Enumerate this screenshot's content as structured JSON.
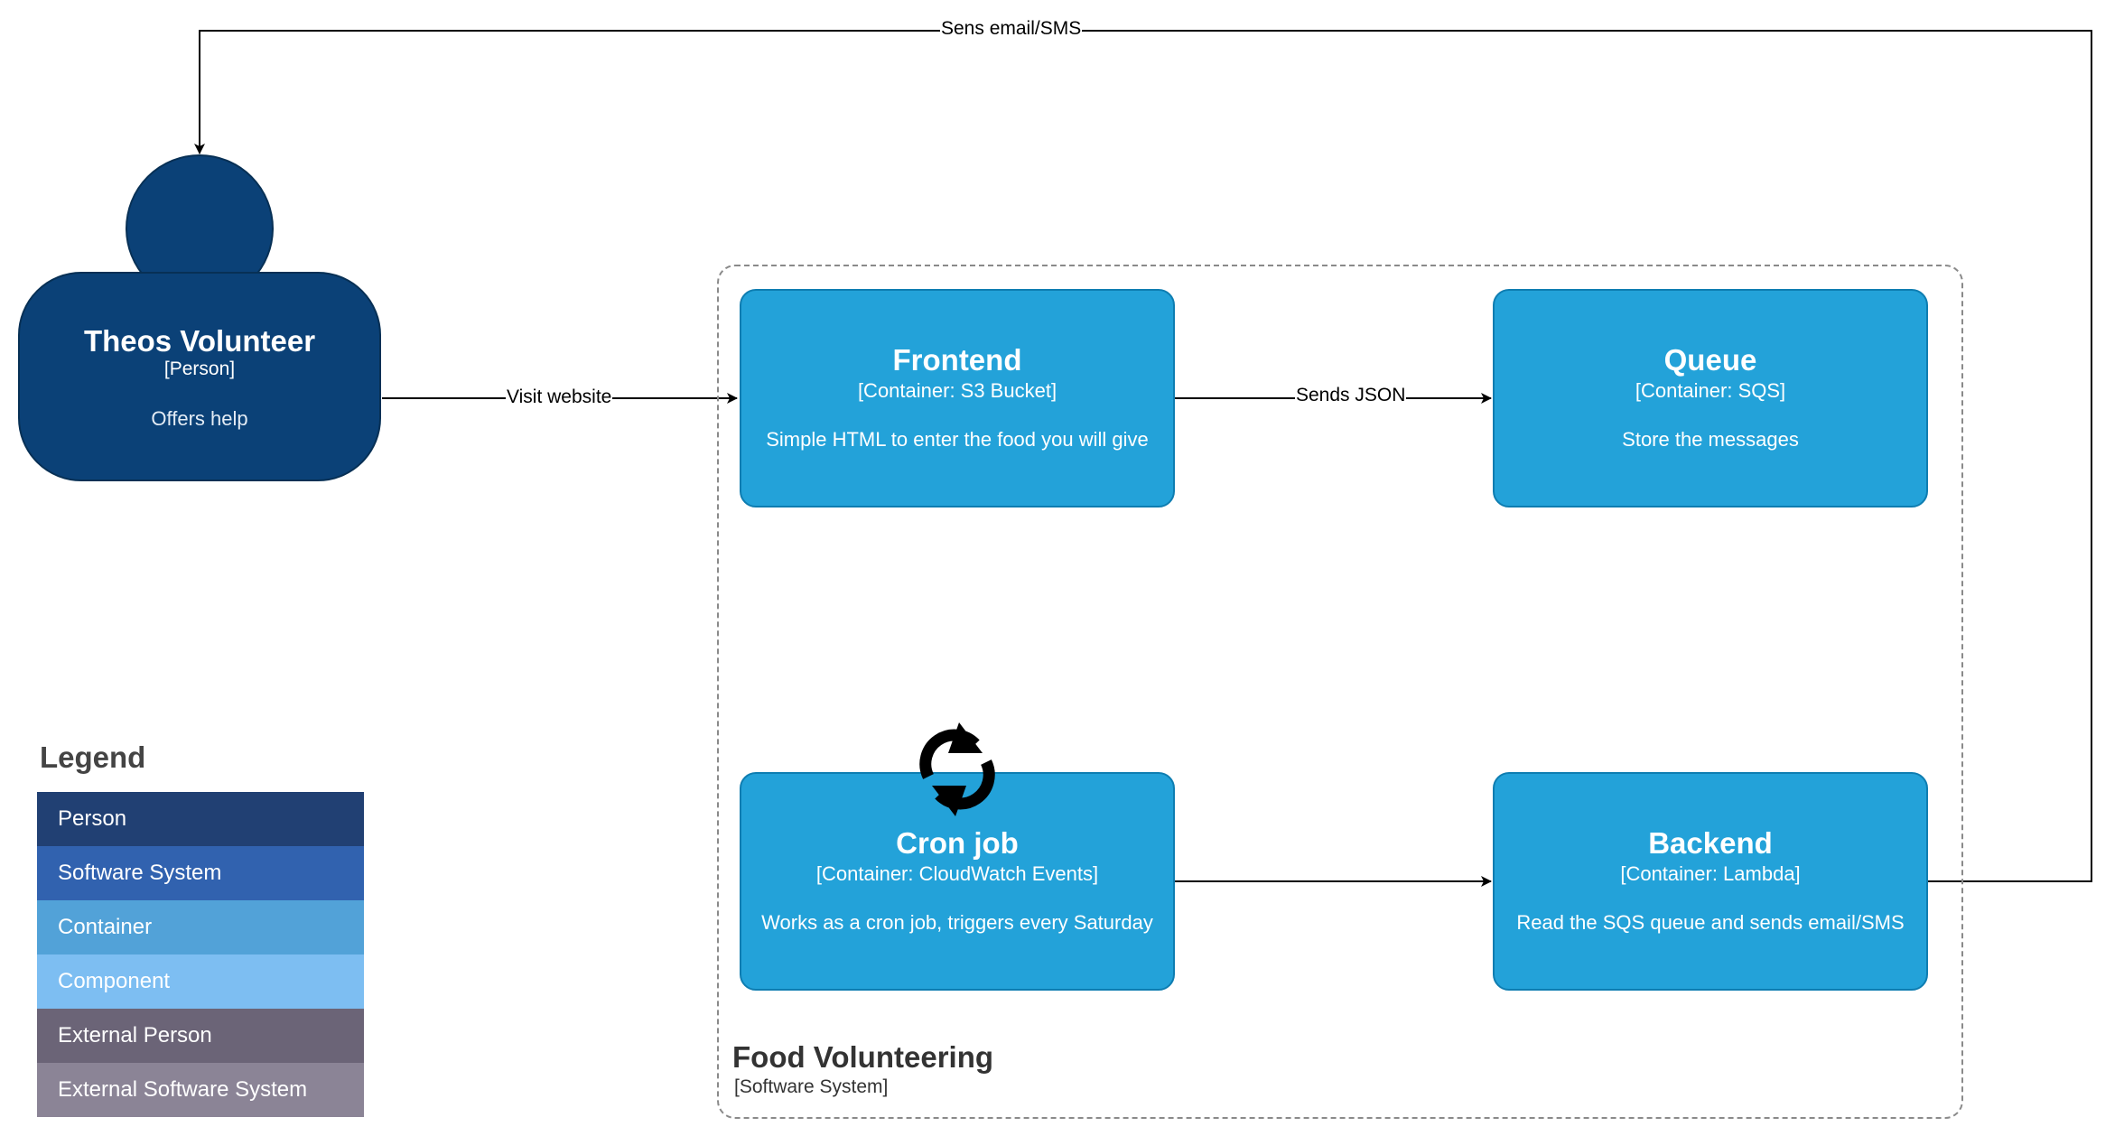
{
  "person": {
    "name": "Theos Volunteer",
    "type": "[Person]",
    "description": "Offers help",
    "color": "#0b4177"
  },
  "system": {
    "name": "Food Volunteering",
    "type": "[Software System]"
  },
  "containers": [
    {
      "name": "Frontend",
      "tech": "[Container: S3 Bucket]",
      "description": "Simple HTML to enter the food you will give"
    },
    {
      "name": "Queue",
      "tech": "[Container: SQS]",
      "description": "Store the messages"
    },
    {
      "name": "Cron job",
      "tech": "[Container: CloudWatch Events]",
      "description": "Works as a cron job, triggers every Saturday",
      "icon": "sync-icon"
    },
    {
      "name": "Backend",
      "tech": "[Container: Lambda]",
      "description": "Read the SQS queue and sends email/SMS"
    }
  ],
  "relationships": [
    {
      "from": "Theos Volunteer",
      "to": "Frontend",
      "label": "Visit website"
    },
    {
      "from": "Frontend",
      "to": "Queue",
      "label": "Sends JSON"
    },
    {
      "from": "Cron job",
      "to": "Backend",
      "label": ""
    },
    {
      "from": "Backend",
      "to": "Theos Volunteer",
      "label": "Sens email/SMS"
    }
  ],
  "legend": {
    "title": "Legend",
    "items": [
      {
        "label": "Person",
        "color": "#214073"
      },
      {
        "label": "Software System",
        "color": "#3162af"
      },
      {
        "label": "Container",
        "color": "#52a2d8"
      },
      {
        "label": "Component",
        "color": "#7dbef2"
      },
      {
        "label": "External Person",
        "color": "#6b6477"
      },
      {
        "label": "External Software System",
        "color": "#8b8496"
      }
    ]
  },
  "colors": {
    "container_fill": "#23a2d9",
    "container_border": "#0e7db1",
    "boundary_border": "#8a8a8a"
  }
}
